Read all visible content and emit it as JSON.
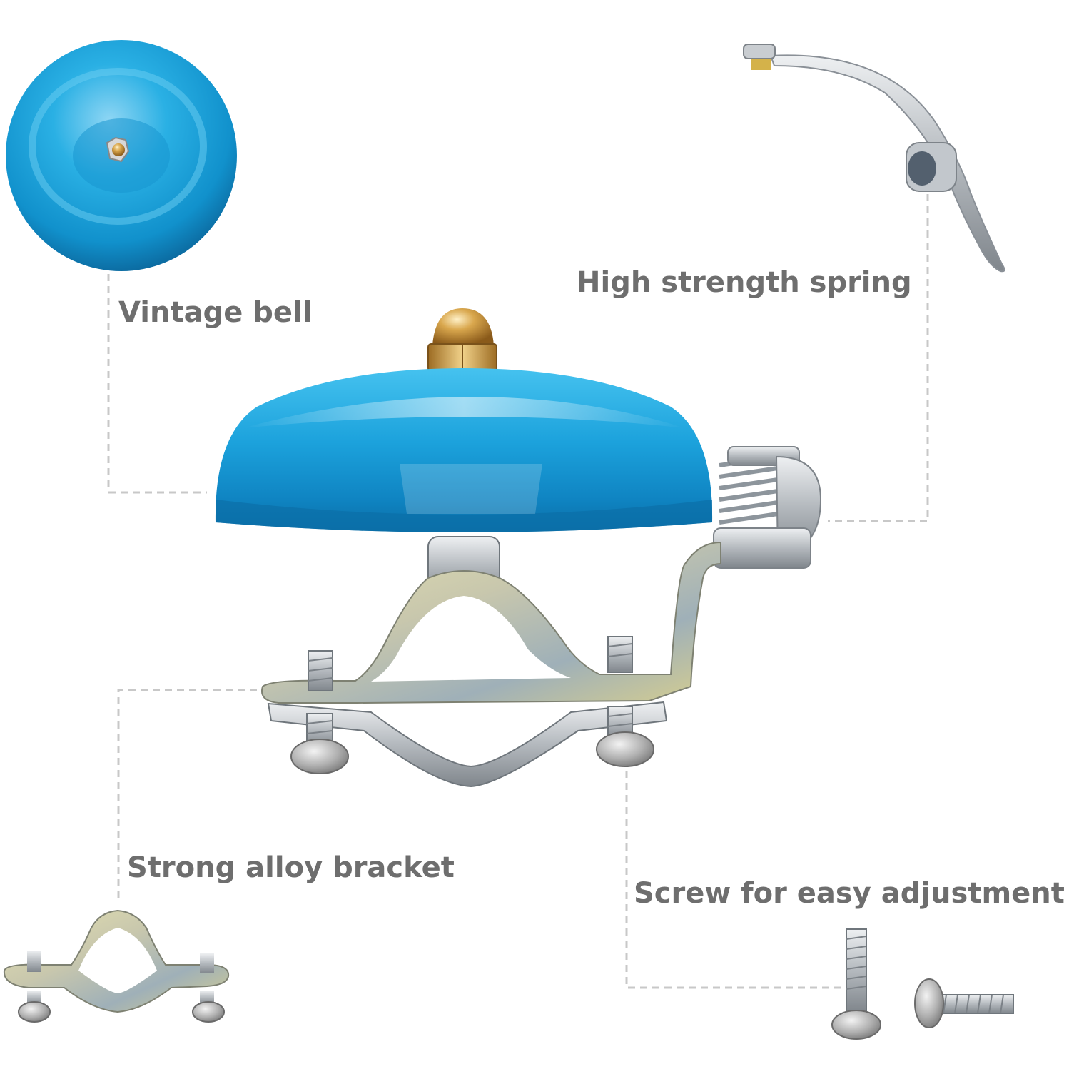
{
  "labels": {
    "vintage_bell": "Vintage bell",
    "spring": "High strength spring",
    "bracket": "Strong alloy bracket",
    "screw": "Screw for easy adjustment"
  },
  "colors": {
    "background": "#ffffff",
    "label_text": "#6e6e6e",
    "leader_line": "#c8c8c8",
    "bell_blue": "#1a9fd8",
    "bell_blue_dark": "#0d6fa8",
    "brass": "#c8963c",
    "steel": "#bfc3c7",
    "zinc": "#c8bf78"
  },
  "icons": [
    "bell-dome-icon",
    "spring-lever-icon",
    "clamp-bracket-icon",
    "screw-icon",
    "acorn-nut-icon"
  ]
}
